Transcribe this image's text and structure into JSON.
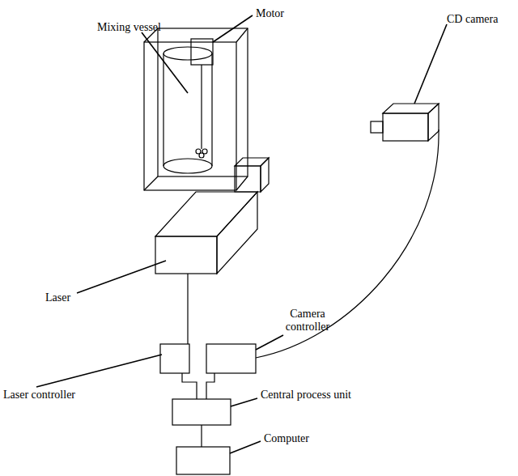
{
  "diagram": {
    "labels": [
      "Motor",
      "Mixing vessel",
      "CD camera",
      "Laser",
      "Camera controller",
      "Laser controller",
      "Central process unit",
      "Computer"
    ]
  }
}
